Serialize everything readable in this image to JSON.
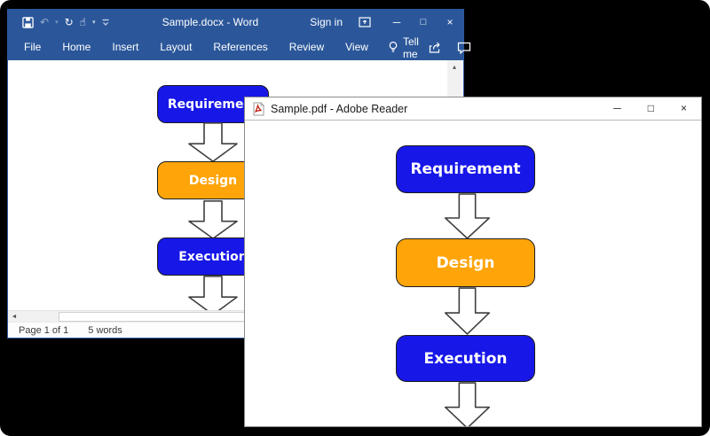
{
  "colors": {
    "word_titlebar_blue": "#2b579a",
    "box_blue": "#1717e8",
    "box_orange": "#ffa50a",
    "canvas_bg": "#000000"
  },
  "word": {
    "title": "Sample.docx - Word",
    "sign_in": "Sign in",
    "tabs": [
      "File",
      "Home",
      "Insert",
      "Layout",
      "References",
      "Review",
      "View"
    ],
    "tell_me": "Tell me",
    "status": {
      "page": "Page 1 of 1",
      "words": "5 words"
    }
  },
  "pdf": {
    "title": "Sample.pdf - Adobe Reader"
  },
  "flowchart": {
    "steps": [
      {
        "label": "Requirement",
        "color": "#1717e8"
      },
      {
        "label": "Design",
        "color": "#ffa50a"
      },
      {
        "label": "Execution",
        "color": "#1717e8"
      }
    ]
  },
  "icons": {
    "undo": "↶",
    "redo": "↻",
    "touch": "☝",
    "dropdown": "▾",
    "minimize": "─",
    "maximize": "□",
    "close": "×",
    "hscroll_left": "◄",
    "vscroll_up": "▴"
  }
}
